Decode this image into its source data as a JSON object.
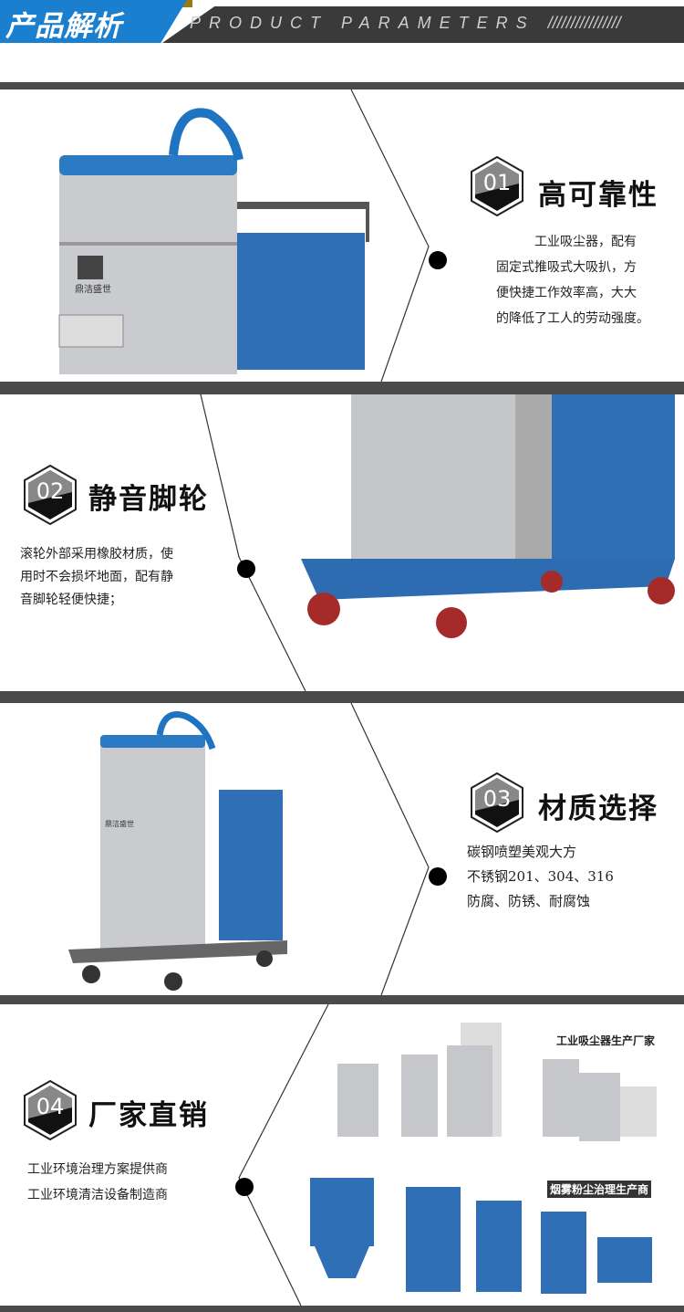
{
  "header": {
    "title_cn": "产品解析",
    "title_en": "PRODUCT PARAMETERS",
    "slashes": "////////////////",
    "accent": "#1a7fcf",
    "dark": "#3a3a3a"
  },
  "features": [
    {
      "number": "01",
      "title": "高可靠性",
      "lines": [
        "工业吸尘器，配有",
        "固定式推吸式大吸扒，方",
        "便快捷工作效率高，大大",
        "的降低了工人的劳动强度。"
      ],
      "logo_text": "鼎洁盛世"
    },
    {
      "number": "02",
      "title": "静音脚轮",
      "lines": [
        "滚轮外部采用橡胶材质，使",
        "用时不会损坏地面，配有静",
        "音脚轮轻便快捷；"
      ]
    },
    {
      "number": "03",
      "title": "材质选择",
      "lines": [
        "碳钢喷塑美观大方",
        "不锈钢201、304、316",
        "防腐、防锈、耐腐蚀"
      ],
      "logo_text": "鼎洁盛世"
    },
    {
      "number": "04",
      "title": "厂家直销",
      "lines": [
        "工业环境治理方案提供商",
        "工业环境清洁设备制造商"
      ],
      "image_captions": [
        "工业吸尘器生产厂家",
        "烟雾粉尘治理生产商"
      ]
    }
  ]
}
